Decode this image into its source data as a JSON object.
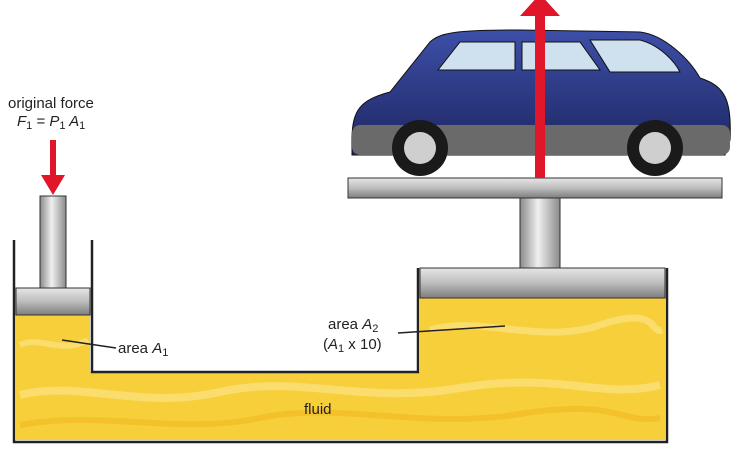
{
  "labels": {
    "original_force": "original force",
    "force_formula": {
      "F": "F",
      "sub1": "1",
      "eq": " = ",
      "P": "P",
      "sub2": "1",
      "A": " A",
      "sub3": "1"
    },
    "area_a1": {
      "prefix": "area ",
      "A": "A",
      "sub": "1"
    },
    "area_a2": {
      "prefix": "area ",
      "A": "A",
      "sub": "2"
    },
    "area_a2_relation": {
      "open": "(",
      "A": "A",
      "sub": "1",
      "rest": " x 10)"
    },
    "fluid": "fluid"
  },
  "colors": {
    "fluid": "#f7cf3a",
    "fluid_light": "#fbe07a",
    "arrow": "#e0162b",
    "car_body": "#2a3a86",
    "metal": "#b9b9b9"
  }
}
